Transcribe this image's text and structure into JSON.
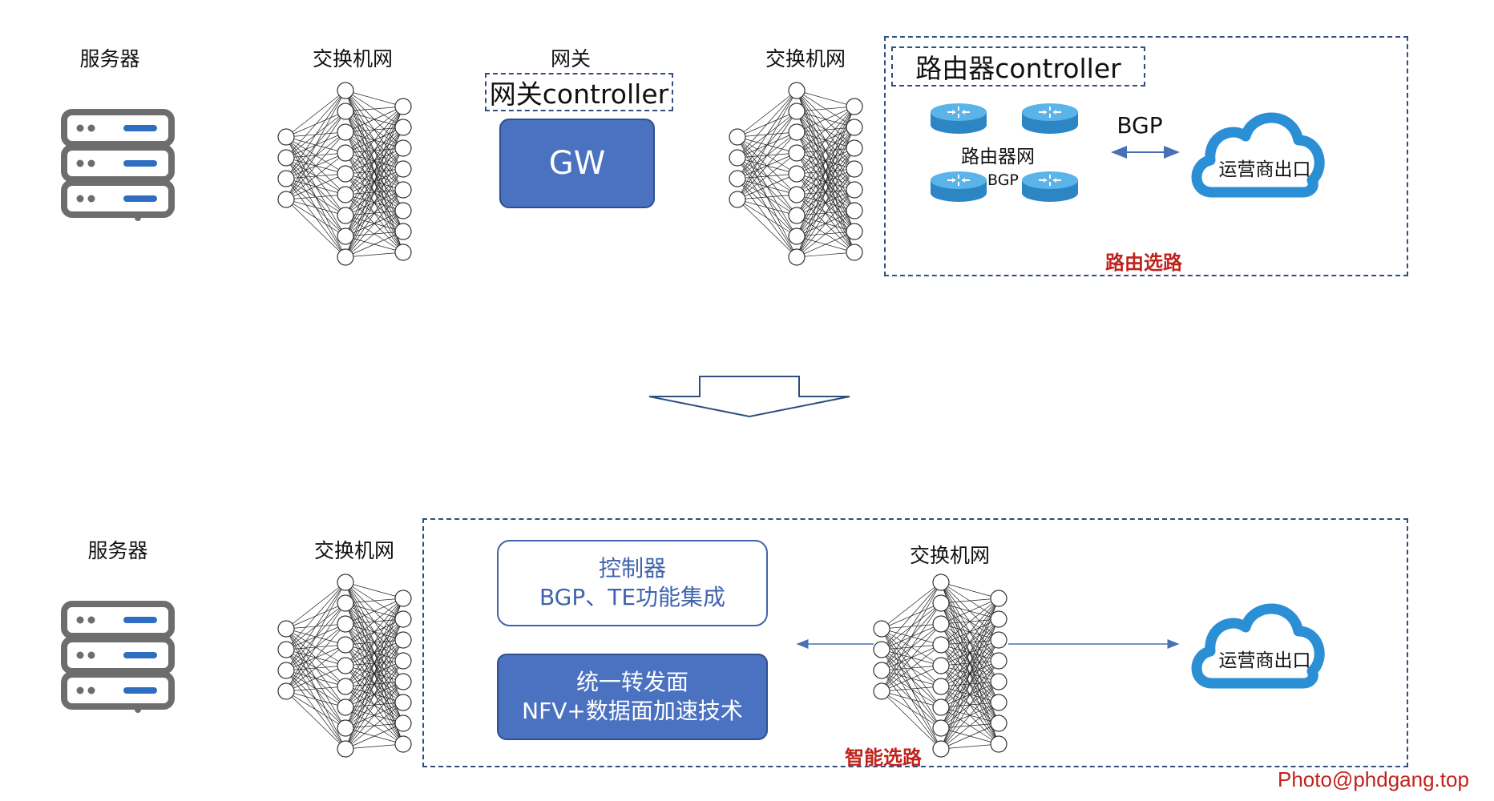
{
  "top": {
    "server_label": "服务器",
    "switch_label_1": "交换机网",
    "gateway_label": "网关",
    "gateway_controller": "网关controller",
    "gw_box": "GW",
    "switch_label_2": "交换机网",
    "router_controller": "路由器controller",
    "router_net_label": "路由器网",
    "router_bgp_label": "BGP",
    "bgp_arrow_label": "BGP",
    "carrier_exit": "运营商出口",
    "routing_caption": "路由选路"
  },
  "bottom": {
    "server_label": "服务器",
    "switch_label_1": "交换机网",
    "controller_line1": "控制器",
    "controller_line2": "BGP、TE功能集成",
    "forward_line1": "统一转发面",
    "forward_line2": "NFV+数据面加速技术",
    "switch_label_2": "交换机网",
    "carrier_exit": "运营商出口",
    "smart_caption": "智能选路"
  },
  "watermark": "Photo@phdgang.top",
  "colors": {
    "accent_blue": "#4a72c0",
    "dashed_border": "#2f4f7f",
    "cloud_blue": "#2b8fd6",
    "router_blue": "#3a9edb",
    "caption_red": "#c0221b",
    "server_gray": "#6d6d6d",
    "server_stripe": "#2d6ec0"
  },
  "icons": [
    "server-icon",
    "neural-network-icon",
    "router-icon",
    "cloud-icon",
    "down-arrow-icon"
  ]
}
